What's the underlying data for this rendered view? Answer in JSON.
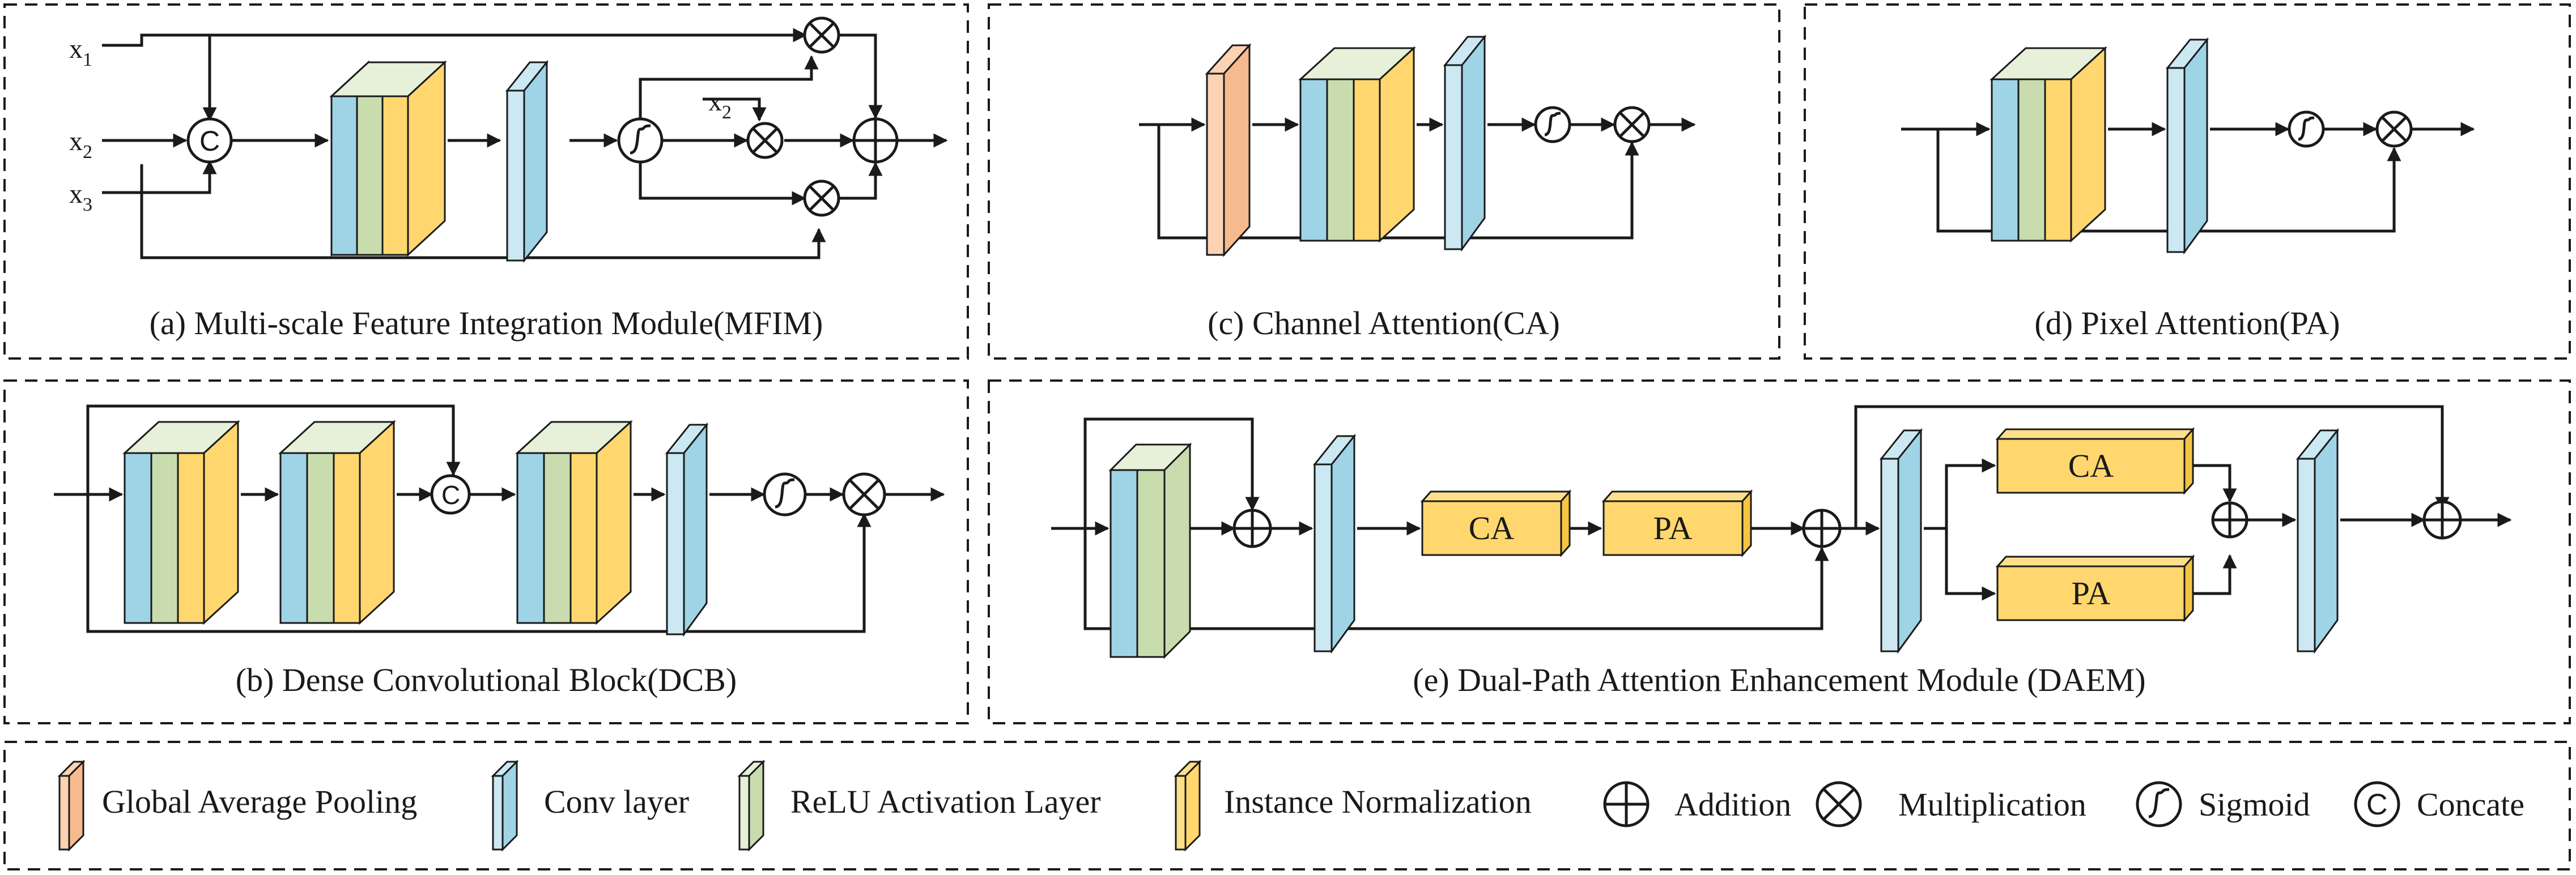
{
  "panels": {
    "a": {
      "caption": "(a) Multi-scale Feature Integration  Module(MFIM)"
    },
    "b": {
      "caption": "(b) Dense Convolutional Block(DCB)"
    },
    "c": {
      "caption": "(c) Channel Attention(CA)"
    },
    "d": {
      "caption": "(d) Pixel Attention(PA)"
    },
    "e": {
      "caption": "(e) Dual-Path Attention Enhancement Module (DAEM)"
    }
  },
  "inputs": {
    "x1": {
      "base": "x",
      "sub": "1"
    },
    "x2": {
      "base": "x",
      "sub": "2"
    },
    "x3": {
      "base": "x",
      "sub": "3"
    },
    "x2_inner": {
      "base": "x",
      "sub": "2"
    }
  },
  "blocks": {
    "ca": "CA",
    "pa": "PA"
  },
  "legend": {
    "gap": "Global Average Pooling",
    "conv": "Conv layer",
    "relu": "ReLU Activation Layer",
    "instnorm": "Instance Normalization",
    "addition": "Addition",
    "multiplication": "Multiplication",
    "sigmoid": "Sigmoid",
    "concate": "Concate"
  },
  "colors": {
    "gap": "#f7b98e",
    "conv": "#9fd3e6",
    "conv_light": "#cbe8f3",
    "relu": "#c9dcae",
    "instnorm": "#ffd76e",
    "block_fill": "#ffe08a",
    "line": "#1a1a1a"
  }
}
